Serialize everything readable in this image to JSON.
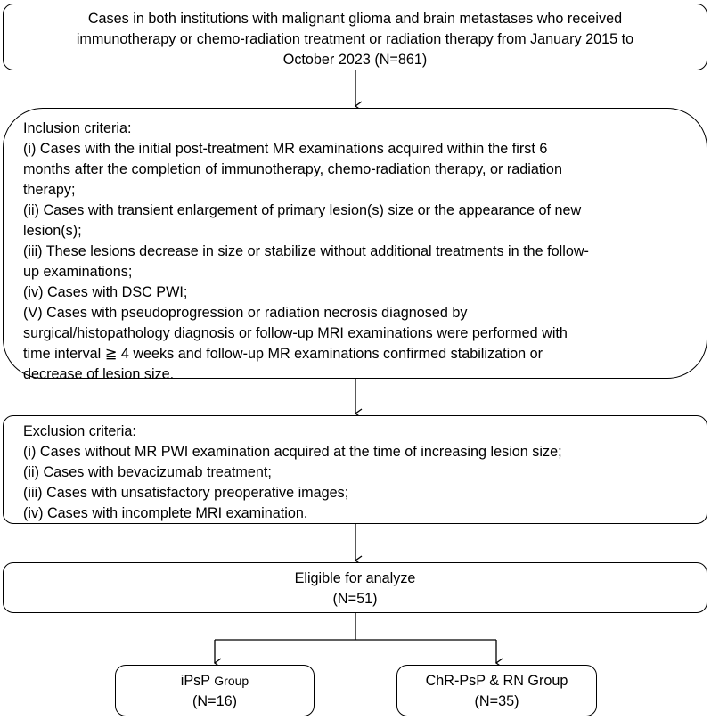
{
  "top_box": {
    "lines": [
      "Cases in both institutions with malignant glioma and brain metastases who received",
      "immunotherapy or chemo-radiation treatment or radiation therapy from January 2015 to",
      "October 2023 (N=861)"
    ]
  },
  "inclusion": {
    "lines": [
      "Inclusion criteria:",
      "(i) Cases with the initial post-treatment MR examinations acquired within the first 6",
      "months after the completion of immunotherapy, chemo-radiation therapy, or radiation",
      "therapy;",
      "(ii) Cases with transient enlargement of primary lesion(s) size or the appearance of new",
      "lesion(s);",
      "(iii) These lesions decrease in size or stabilize without additional treatments in the follow-",
      "up examinations;",
      "(iv) Cases with DSC PWI;",
      "(V) Cases with pseudoprogression or radiation necrosis diagnosed by",
      "surgical/histopathology diagnosis or follow-up MRI examinations were performed with",
      "time interval ≧ 4 weeks and follow-up MR examinations confirmed stabilization or",
      "decrease of lesion size."
    ]
  },
  "exclusion": {
    "lines": [
      "Exclusion criteria:",
      "(i) Cases without MR PWI examination acquired at the time of increasing lesion size;",
      "(ii) Cases with bevacizumab treatment;",
      "(iii) Cases with unsatisfactory preoperative images;",
      "(iv) Cases with incomplete MRI examination."
    ]
  },
  "eligible": {
    "title": "Eligible for analyze",
    "count": "(N=51)"
  },
  "group_ipsp": {
    "name": "iPsP",
    "suffix": "Group",
    "count": "(N=16)"
  },
  "group_chr": {
    "name": "ChR-PsP & RN Group",
    "count": "(N=35)"
  }
}
